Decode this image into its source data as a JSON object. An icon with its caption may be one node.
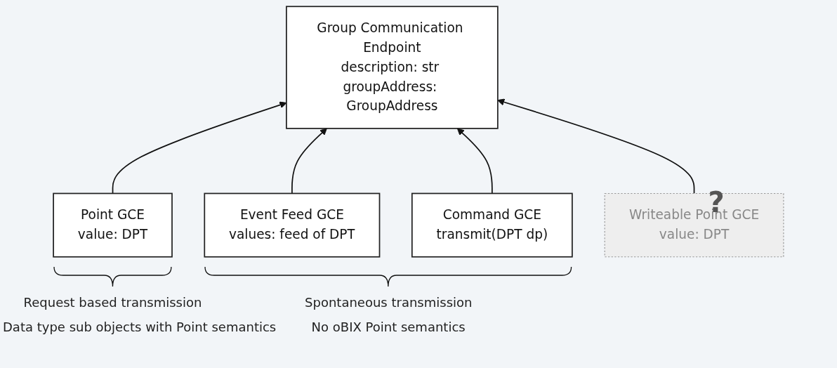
{
  "diagram": {
    "nodes": [
      {
        "text": [
          "Group Communication Endpoint",
          "description: str groupAddress: GroupAddress"
        ]
      },
      {
        "text": [
          "Point GCE",
          "value: DPT"
        ]
      },
      {
        "text": [
          "Event Feed GCE",
          "values: feed of DPT"
        ]
      },
      {
        "text": [
          "Command GCE",
          "transmit(DPT dp)"
        ]
      },
      {
        "text": [
          "Writeable Point GCE",
          "value: DPT"
        ]
      }
    ],
    "edges": [
      {
        "from": 1,
        "to": 0,
        "arrow": "to"
      },
      {
        "from": 2,
        "to": 0,
        "arrow": "to"
      },
      {
        "from": 3,
        "to": 0,
        "arrow": "to"
      },
      {
        "from": 4,
        "to": 0,
        "arrow": "to"
      }
    ],
    "labels": [
      "?",
      "Request based transmission",
      "Data type sub objects with Point semantics",
      "Spontaneous transmission",
      "No oBIX Point semantics"
    ]
  }
}
